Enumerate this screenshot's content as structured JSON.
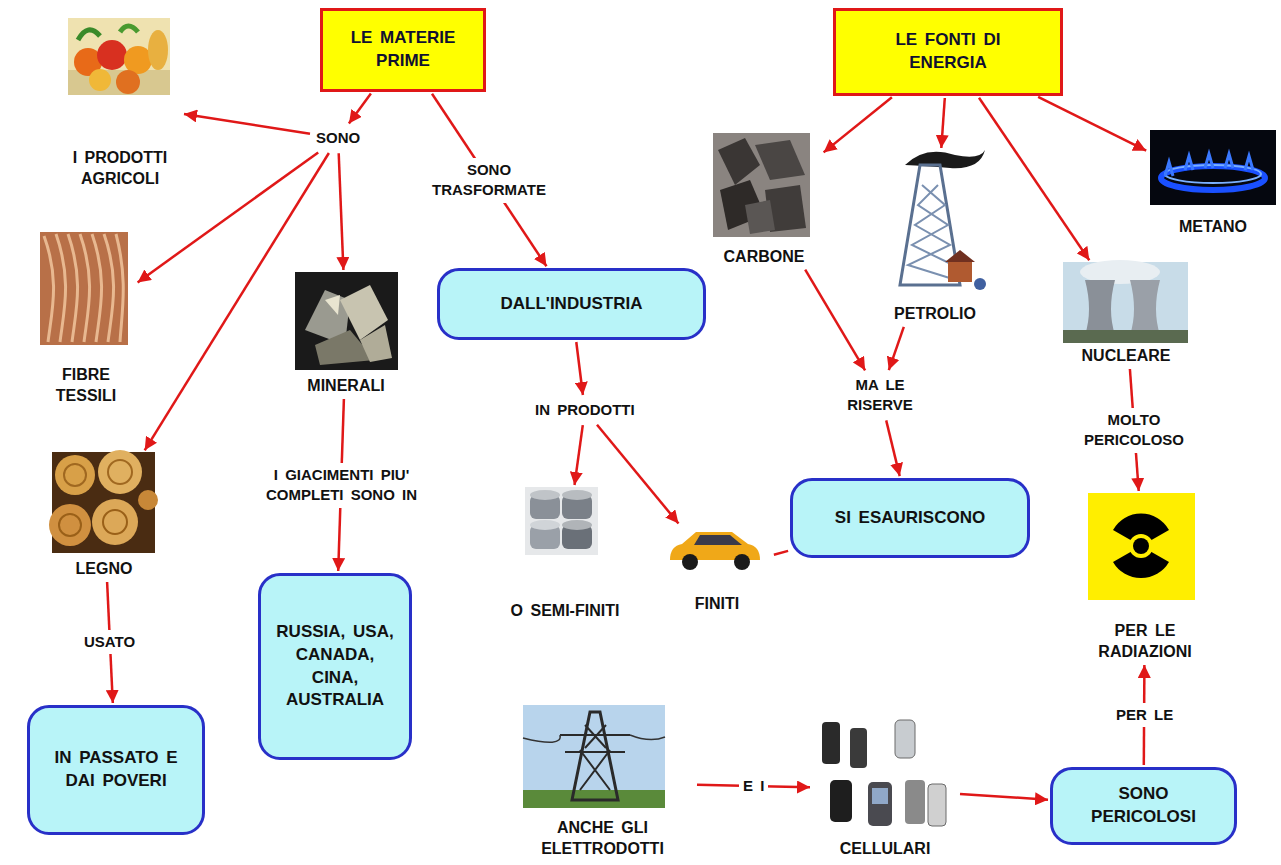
{
  "diagram": {
    "nodes": [
      {
        "text": [
          "LE MATERIE PRIME"
        ]
      },
      {
        "text": [
          "LE FONTI DI ENERGIA"
        ]
      },
      {
        "text": [
          "I PRODOTTI AGRICOLI"
        ]
      },
      {
        "text": [
          "SONO"
        ]
      },
      {
        "text": [
          "CARBONE"
        ]
      },
      {
        "text": [
          "PETROLIO"
        ]
      },
      {
        "text": [
          "METANO"
        ]
      },
      {
        "text": [
          "FIBRE TESSILI"
        ]
      },
      {
        "text": [
          "MINERALI"
        ]
      },
      {
        "text": [
          "DALL'INDUSTRIA"
        ]
      },
      {
        "text": [
          "NUCLEARE"
        ]
      },
      {
        "text": [
          "IN PRODOTTI"
        ]
      },
      {
        "text": [
          "MA LE RISERVE"
        ]
      },
      {
        "text": [
          "LEGNO"
        ]
      },
      {
        "text": [
          "SI ESAURISCONO"
        ]
      },
      {
        "text": [
          "O SEMI-FINITI"
        ]
      },
      {
        "text": [
          "FINITI"
        ]
      },
      {
        "text": [
          "PER LE RADIAZIONI"
        ]
      },
      {
        "text": [
          "RUSSIA, USA, CANADA, CINA, AUSTRALIA"
        ]
      },
      {
        "text": [
          "IN PASSATO E DAI POVERI"
        ]
      },
      {
        "text": [
          "ANCHE GLI ELETTRODOTTI"
        ]
      },
      {
        "text": [
          "CELLULARI"
        ]
      },
      {
        "text": [
          "SONO PERICOLOSI"
        ]
      }
    ],
    "edges": [
      {
        "from": 0,
        "to": 3,
        "arrow": "to"
      },
      {
        "from": 3,
        "to": 2,
        "arrow": "to"
      },
      {
        "from": 3,
        "to": 7,
        "arrow": "to"
      },
      {
        "from": 3,
        "to": 13,
        "arrow": "to"
      },
      {
        "from": 3,
        "to": 8,
        "arrow": "to"
      },
      {
        "from": 0,
        "to": 9,
        "label": "SONO TRASFORMATE",
        "arrow": "to"
      },
      {
        "from": 1,
        "to": 4,
        "arrow": "to"
      },
      {
        "from": 1,
        "to": 5,
        "arrow": "to"
      },
      {
        "from": 1,
        "to": 10,
        "arrow": "to"
      },
      {
        "from": 1,
        "to": 6,
        "arrow": "to"
      },
      {
        "from": 8,
        "to": 18,
        "label": "I GIACIMENTI PIU' COMPLETI SONO IN",
        "arrow": "to"
      },
      {
        "from": 13,
        "to": 19,
        "label": "USATO",
        "arrow": "to"
      },
      {
        "from": 9,
        "to": 11,
        "arrow": "to"
      },
      {
        "from": 11,
        "to": 15,
        "arrow": "to"
      },
      {
        "from": 11,
        "to": 16,
        "arrow": "to"
      },
      {
        "from": 4,
        "to": 12,
        "arrow": "to"
      },
      {
        "from": 5,
        "to": 12,
        "arrow": "to"
      },
      {
        "from": 12,
        "to": 14,
        "arrow": "to"
      },
      {
        "from": 16,
        "to": 14,
        "arrow": "none"
      },
      {
        "from": 10,
        "to": 17,
        "label": "MOLTO PERICOLOSO",
        "arrow": "to"
      },
      {
        "from": 20,
        "to": 21,
        "label": "E I",
        "arrow": "to"
      },
      {
        "from": 21,
        "to": 22,
        "arrow": "to"
      },
      {
        "from": 22,
        "to": 17,
        "label": "PER LE",
        "arrow": "to"
      }
    ]
  }
}
